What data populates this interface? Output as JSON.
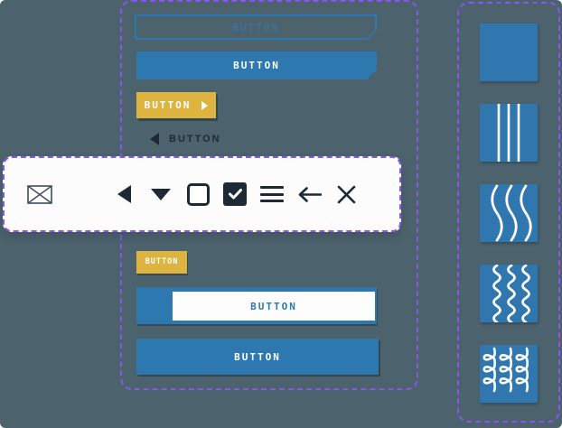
{
  "colors": {
    "background": "#4c636e",
    "primary_blue": "#2e78b0",
    "tile_blue": "#2f77ae",
    "accent_yellow": "#deb440",
    "dark_navy": "#1d2a36",
    "dashed_outline_purple": "#8b55ec",
    "card_white": "#fcfcfd"
  },
  "buttons_panel": {
    "outline": {
      "label": "BUTTON"
    },
    "primary": {
      "label": "BUTTON"
    },
    "forward": {
      "label": "BUTTON"
    },
    "back": {
      "label": "BUTTON"
    },
    "small": {
      "label": "BUTTON"
    },
    "inset": {
      "label": "BUTTON"
    },
    "bottom_primary": {
      "label": "BUTTON"
    }
  },
  "icon_card": {
    "icons": [
      "envelope-icon",
      "caret-left-icon",
      "caret-down-icon",
      "checkbox-unchecked-icon",
      "checkbox-checked-icon",
      "hamburger-menu-icon",
      "arrow-left-icon",
      "close-icon"
    ]
  },
  "texture_panel": {
    "tiles": [
      {
        "name": "solid-fill"
      },
      {
        "name": "vertical-lines"
      },
      {
        "name": "gentle-waves"
      },
      {
        "name": "dense-waves"
      },
      {
        "name": "loop-curls"
      }
    ]
  }
}
